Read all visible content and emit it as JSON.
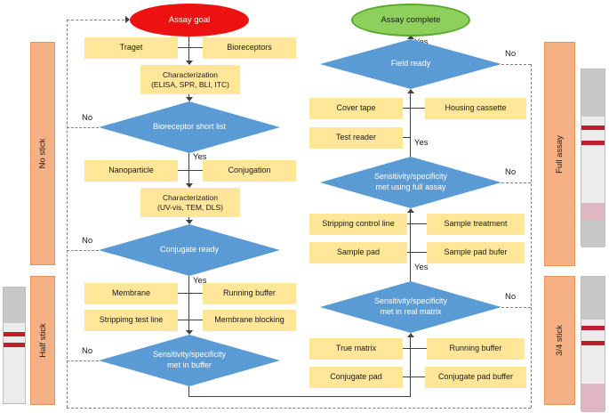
{
  "palette": {
    "start_fill": "#ee1111",
    "end_fill": "#8fd05c",
    "end_border": "#56aa2b",
    "decision_fill": "#5b9bd5",
    "process_fill": "#ffe699",
    "sidebar_fill": "#f5b183",
    "sidebar_border": "#e2945e",
    "solid_line": "#404040",
    "dashed_line": "#7f7f7f",
    "strip_line_red": "#c01e2e",
    "strip_pink": "#e0b6c2"
  },
  "terminals": {
    "goal": "Assay goal",
    "complete": "Assay complete"
  },
  "decisions": {
    "bioreceptor_short_list": {
      "l1": "Bioreceptor short list"
    },
    "conjugate_ready": {
      "l1": "Conjugate ready"
    },
    "sens_buffer": {
      "l1": "Sensitivity/specificity",
      "l2": "met in buffer"
    },
    "field_ready": {
      "l1": "Field ready"
    },
    "sens_full_assay": {
      "l1": "Sensitivity/specificity",
      "l2": "met using full assay"
    },
    "sens_real_matrix": {
      "l1": "Sensitivity/specificity",
      "l2": "met in real matrix"
    }
  },
  "processes": {
    "traget": "Traget",
    "bioreceptors": "Bioreceptors",
    "char_binding": {
      "l1": "Characterization",
      "l2": "(ELISA, SPR, BLI, ITC)"
    },
    "nanoparticle": "Nanoparticle",
    "conjugation": "Conjugation",
    "char_particle": {
      "l1": "Characterization",
      "l2": "(UV-vis, TEM, DLS)"
    },
    "membrane": "Membrane",
    "running_buffer_1": "Running buffer",
    "stripping_test_line": "Strippimg test line",
    "membrane_blocking": "Membrane blocking",
    "cover_tape": "Cover tape",
    "housing_cassette": "Housing cassette",
    "test_reader": "Test reader",
    "stripping_control_line": "Stripping control line",
    "sample_treatment": "Sample treatment",
    "sample_pad": "Sample pad",
    "sample_pad_buffer": "Sample pad bufer",
    "true_matrix": "True matrix",
    "running_buffer_2": "Running buffer",
    "conjugate_pad": "Conjugate pad",
    "conjugate_pad_buffer": "Conjugate pad buffer"
  },
  "branch_labels": {
    "yes": "Yes",
    "no": "No"
  },
  "side_bars": {
    "no_stick": "No stick",
    "half_stick": "Half stick",
    "full_assay": "Full assay",
    "three_quarter_stick": "3/4 stick"
  }
}
